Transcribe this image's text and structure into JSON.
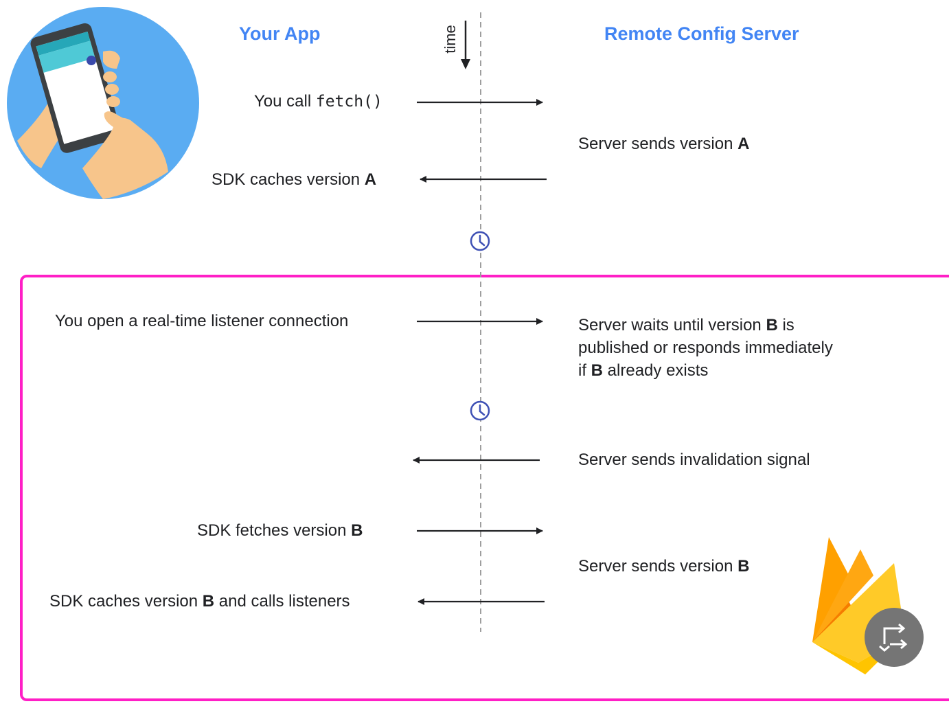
{
  "headings": {
    "app": "Your App",
    "server": "Remote Config Server"
  },
  "time_label": "time",
  "steps": {
    "call_prefix": "You call ",
    "call_code": "fetch()",
    "server_sends_a_prefix": "Server sends version ",
    "version_a": "A",
    "sdk_caches_a_prefix": "SDK caches version ",
    "open_listener": "You open a real-time listener connection",
    "server_waits_1": "Server waits until version ",
    "version_b": "B",
    "server_waits_2": " is published or responds immediately if ",
    "server_waits_3": " already exists",
    "invalidation": "Server sends invalidation signal",
    "sdk_fetches_prefix": "SDK fetches version ",
    "server_sends_b_prefix": "Server sends version ",
    "sdk_caches_b_prefix": "SDK caches version ",
    "sdk_caches_b_suffix": " and calls listeners"
  },
  "colors": {
    "accent": "#4285f4",
    "highlight_box": "#ff1fc6",
    "phone_circle": "#5aacf2",
    "firebase_badge": "#757575"
  },
  "icons": {
    "phone": "phone-in-hand-icon",
    "clock": "clock-icon",
    "firebase": "firebase-remote-config-icon"
  }
}
